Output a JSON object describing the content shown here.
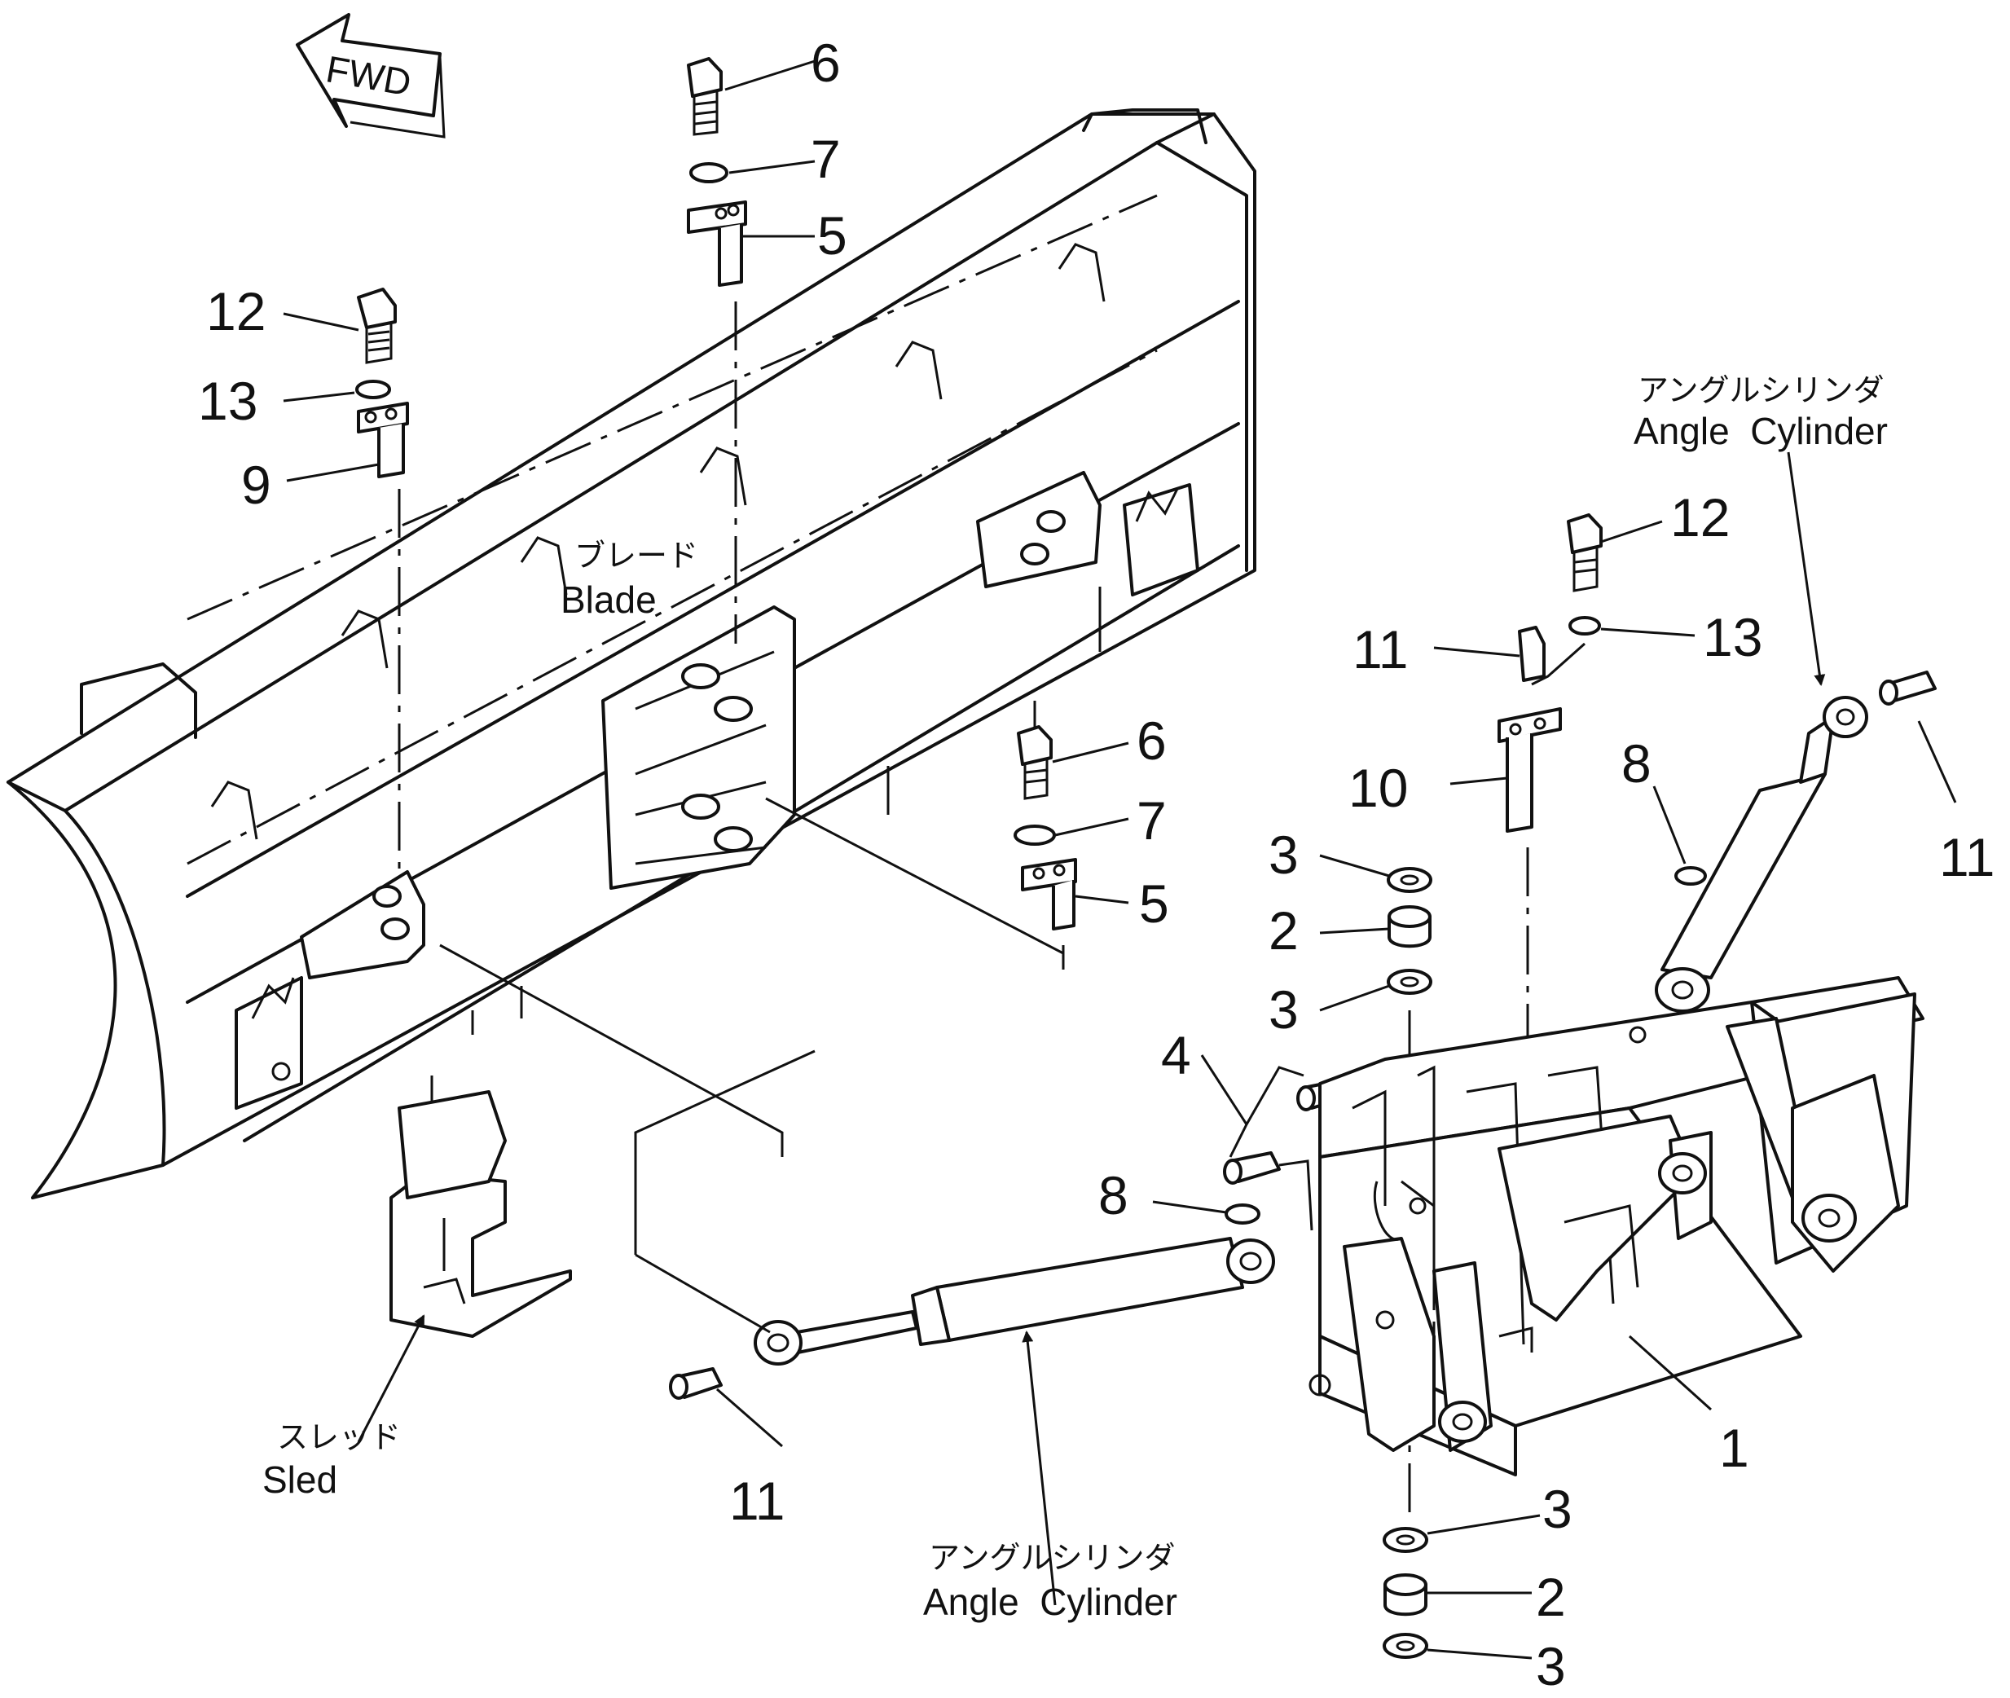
{
  "fwd_label": "FWD",
  "labels": {
    "blade_jp": "ブレード",
    "blade_en": "Blade",
    "sled_jp": "スレッド",
    "sled_en": "Sled",
    "cyl_top_jp": "アングルシリンダ",
    "cyl_top_en": "Angle  Cylinder",
    "cyl_bottom_jp": "アングルシリンダ",
    "cyl_bottom_en": "Angle  Cylinder"
  },
  "callouts": [
    {
      "id": "c6a",
      "text": "6"
    },
    {
      "id": "c7a",
      "text": "7"
    },
    {
      "id": "c5a",
      "text": "5"
    },
    {
      "id": "c12a",
      "text": "12"
    },
    {
      "id": "c13a",
      "text": "13"
    },
    {
      "id": "c9",
      "text": "9"
    },
    {
      "id": "c6b",
      "text": "6"
    },
    {
      "id": "c7b",
      "text": "7"
    },
    {
      "id": "c5b",
      "text": "5"
    },
    {
      "id": "c12b",
      "text": "12"
    },
    {
      "id": "c11a",
      "text": "11"
    },
    {
      "id": "c13b",
      "text": "13"
    },
    {
      "id": "c10",
      "text": "10"
    },
    {
      "id": "c8a",
      "text": "8"
    },
    {
      "id": "c11b",
      "text": "11"
    },
    {
      "id": "c3a",
      "text": "3"
    },
    {
      "id": "c2a",
      "text": "2"
    },
    {
      "id": "c3b",
      "text": "3"
    },
    {
      "id": "c4",
      "text": "4"
    },
    {
      "id": "c8b",
      "text": "8"
    },
    {
      "id": "c11c",
      "text": "11"
    },
    {
      "id": "c1",
      "text": "1"
    },
    {
      "id": "c3c",
      "text": "3"
    },
    {
      "id": "c2b",
      "text": "2"
    },
    {
      "id": "c3d",
      "text": "3"
    }
  ]
}
